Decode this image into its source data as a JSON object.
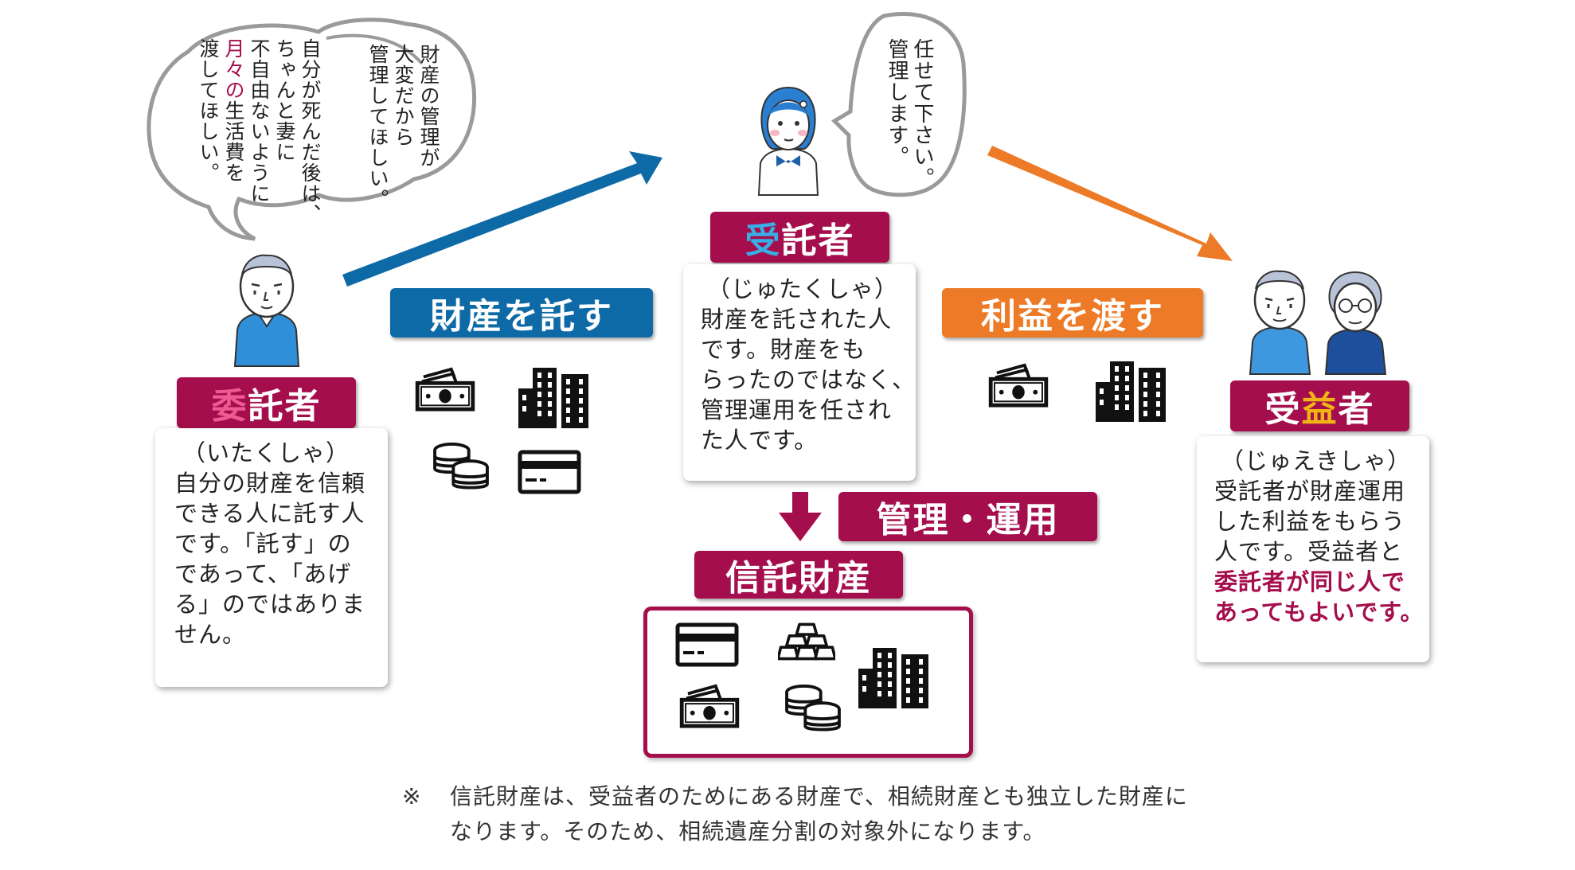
{
  "colors": {
    "role_bg": "#a50e4c",
    "entrust_bg": "#0e6aa6",
    "benefit_bg": "#ec7a26",
    "settlor_char": "#ee5a92",
    "trustee_char": "#39aee6",
    "beneficiary_char": "#f0b414"
  },
  "settlor": {
    "speech_lines": [
      "自分が死んだ後は、",
      "ちゃんと妻に",
      "不自由ないように",
      "月々の生活費を",
      "渡してほしい。"
    ],
    "speech_highlight": "月々の",
    "speech_line3_rest": "生活費を",
    "speech2_lines": [
      "財産の管理が",
      "大変だから",
      "管理してほしい。"
    ],
    "label_first": "委",
    "label_rest": "託者",
    "card_lines": [
      "（いたくしゃ）",
      "自分の財産を信頼",
      "できる人に託す人",
      "です。「託す」の",
      "であって、「あげ",
      "る」のではありま",
      "せん。"
    ]
  },
  "trustee": {
    "speech_lines": [
      "任せて下さい。",
      "管理します。"
    ],
    "label_first": "受",
    "label_rest": "託者",
    "card_lines": [
      "（じゅたくしゃ）",
      "財産を託された人",
      "です。財産をも",
      "らったのではなく、",
      "管理運用を任され",
      "た人です。"
    ]
  },
  "beneficiary": {
    "label_first": "受",
    "label_mid": "益",
    "label_rest": "者",
    "card_lines": [
      "（じゅえきしゃ）",
      "受託者が財産運用",
      "した利益をもらう",
      "人です。受益者と"
    ],
    "card_bold_lines": [
      "委託者が同じ人で",
      "あってもよいです。"
    ]
  },
  "entrust_label": "財産を託す",
  "benefit_label": "利益を渡す",
  "manage_label": "管理・運用",
  "trust_property_label": "信託財産",
  "note": {
    "mark": "※",
    "lines": [
      "信託財産は、受益者のためにある財産で、相続財産とも独立した財産に",
      "なります。そのため、相続遺産分割の対象外になります。"
    ]
  },
  "icons": [
    "cash-icon",
    "building-icon",
    "coins-icon",
    "credit-card-icon",
    "gold-bars-icon"
  ]
}
